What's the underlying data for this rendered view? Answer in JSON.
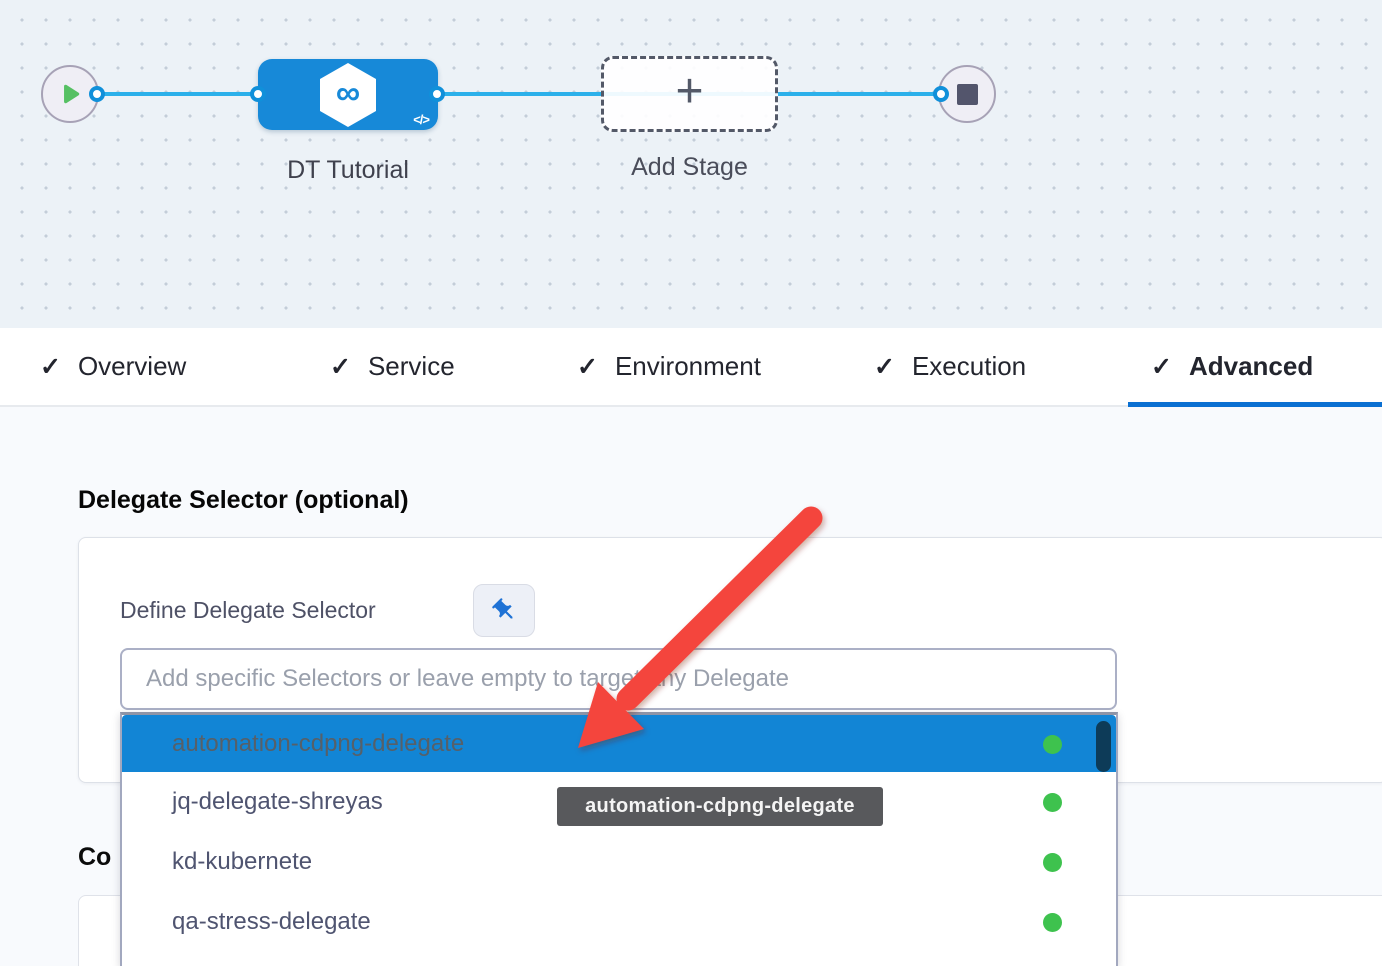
{
  "pipeline": {
    "stage_label": "DT Tutorial",
    "add_stage_label": "Add Stage",
    "stage_code_icon": "</>",
    "plus_glyph": "+",
    "infinity_glyph": "∞"
  },
  "tabs": [
    {
      "label": "Overview",
      "check": "✓",
      "active": false
    },
    {
      "label": "Service",
      "check": "✓",
      "active": false
    },
    {
      "label": "Environment",
      "check": "✓",
      "active": false
    },
    {
      "label": "Execution",
      "check": "✓",
      "active": false
    },
    {
      "label": "Advanced",
      "check": "✓",
      "active": true
    }
  ],
  "advanced_tab": {
    "section_heading": "Delegate Selector (optional)",
    "define_label": "Define Delegate Selector",
    "input_placeholder": "Add specific Selectors or leave empty to target any Delegate",
    "input_value": "",
    "next_section_partial": "Co"
  },
  "dropdown": {
    "items": [
      {
        "name": "automation-cdpng-delegate",
        "status": "connected",
        "selected": true
      },
      {
        "name": "jq-delegate-shreyas",
        "status": "connected",
        "selected": false
      },
      {
        "name": "kd-kubernete",
        "status": "connected",
        "selected": false
      },
      {
        "name": "qa-stress-delegate",
        "status": "connected",
        "selected": false
      }
    ]
  },
  "tooltip": {
    "text": "automation-cdpng-delegate"
  },
  "colors": {
    "stage_blue": "#1789d8",
    "selected_row_blue": "#1285d5",
    "connector_line": "#2bb0ea",
    "active_tab_underline": "#0b70d2",
    "status_green": "#3ec24e",
    "annotation_red": "#f4453d",
    "tooltip_bg": "#58595c",
    "scrollbar_navy": "#0d3b58"
  }
}
